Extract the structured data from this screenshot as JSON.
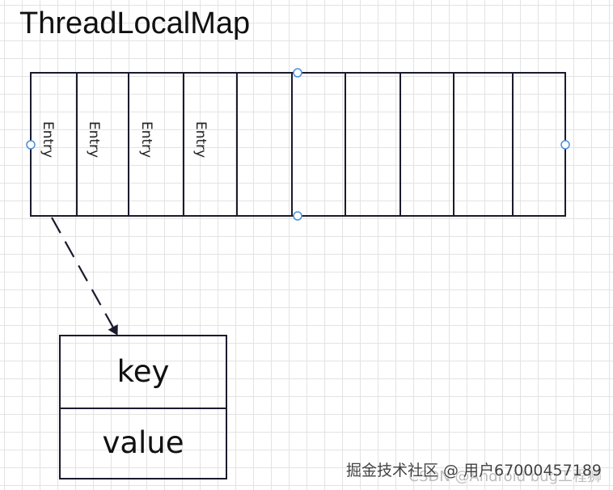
{
  "title": "ThreadLocalMap",
  "array": {
    "slot_count": 10,
    "entries": [
      "Entry",
      "Entry",
      "Entry",
      "Entry"
    ]
  },
  "detail_box": {
    "key_label": "key",
    "value_label": "value"
  },
  "watermark": {
    "primary": "掘金技术社区 @ 用户67000457189",
    "secondary": "CSDN @Android bug工程狮"
  },
  "colors": {
    "stroke": "#1a1a2e",
    "handle": "#4a90d9",
    "grid": "#e3e3e3"
  }
}
